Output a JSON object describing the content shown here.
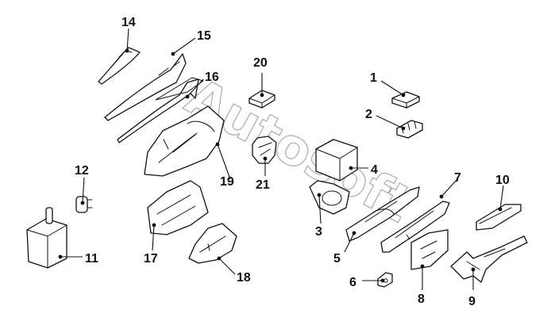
{
  "watermark": "Autosoft",
  "callouts": {
    "c1": "1",
    "c2": "2",
    "c3": "3",
    "c4": "4",
    "c5": "5",
    "c6": "6",
    "c7": "7",
    "c8": "8",
    "c9": "9",
    "c10": "10",
    "c11": "11",
    "c12": "12",
    "c13": "14",
    "c14": "15",
    "c15": "16",
    "c16": "17",
    "c17": "18",
    "c18": "19",
    "c19": "20",
    "c20": "21"
  }
}
